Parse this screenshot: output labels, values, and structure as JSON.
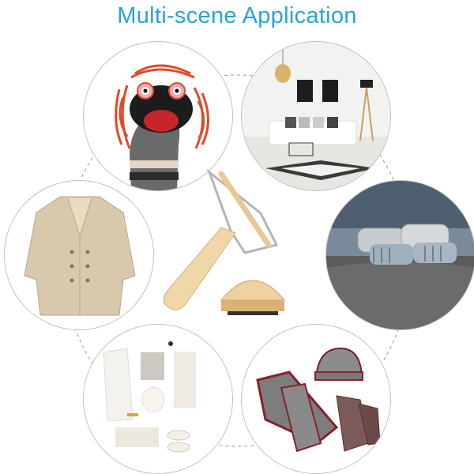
{
  "title": "Multi-scene Application",
  "scenes": [
    {
      "id": "puppet",
      "icon": "sock-puppet"
    },
    {
      "id": "living-room",
      "icon": "sofa-room"
    },
    {
      "id": "coat",
      "icon": "trench-coat"
    },
    {
      "id": "bedroom",
      "icon": "bed"
    },
    {
      "id": "clothes",
      "icon": "clothing-flatlay"
    },
    {
      "id": "knitwear",
      "icon": "hat-scarf-gloves"
    }
  ],
  "colors": {
    "title": "#2aa3d8",
    "ring": "#bdbdbd"
  }
}
